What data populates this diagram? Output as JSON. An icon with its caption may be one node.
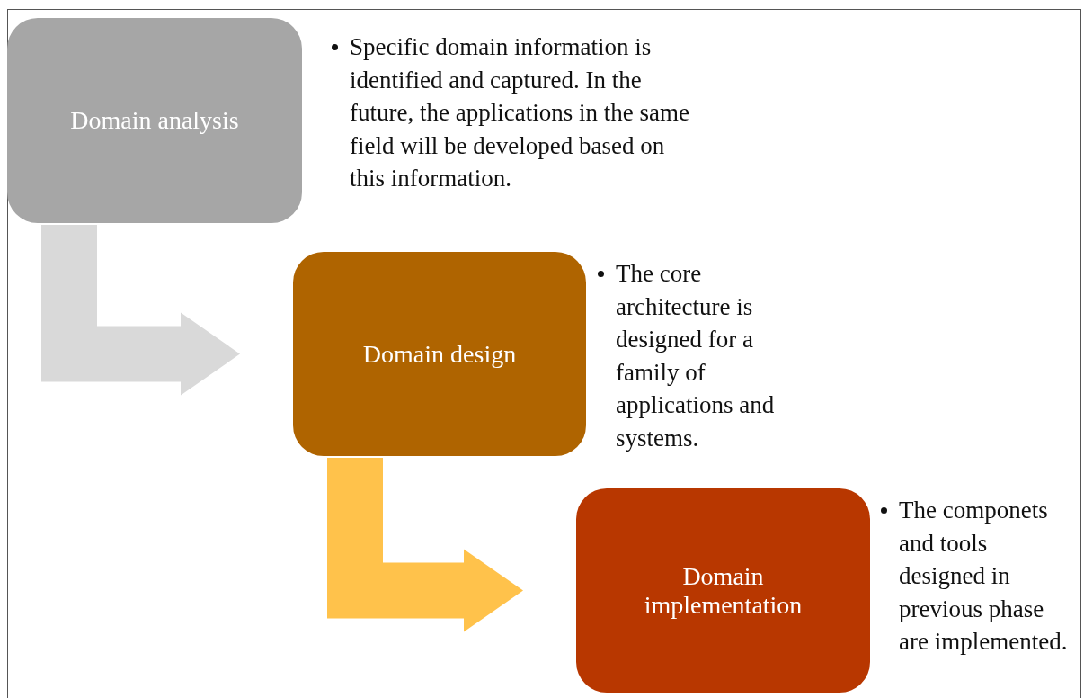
{
  "diagram": {
    "nodes": [
      {
        "text": [
          "Domain analysis"
        ],
        "beside": [
          "Specific domain information is identified and captured. In the future, the applications in the same field will be developed based on this information."
        ]
      },
      {
        "text": [
          "Domain design"
        ],
        "beside": [
          "The core architecture is designed for a family of applications and systems."
        ]
      },
      {
        "text": [
          "Domain implementation"
        ],
        "beside": [
          "The componets and tools designed in previous phase are implemented."
        ]
      }
    ],
    "edges": [
      {
        "from": 0,
        "to": 1,
        "arrow": "to",
        "color": "#d9d9d9"
      },
      {
        "from": 1,
        "to": 2,
        "arrow": "to",
        "color": "#ffc24b"
      }
    ]
  }
}
